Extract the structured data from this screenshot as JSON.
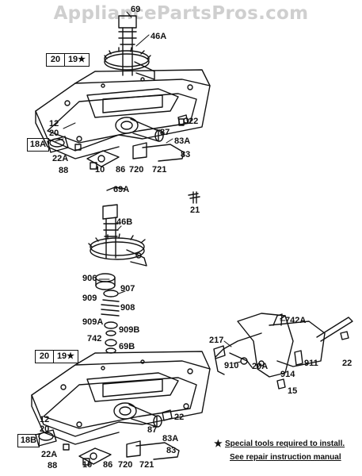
{
  "watermark": "AppliancePartsPros.com",
  "top_assembly": {
    "labels": {
      "l69": "69",
      "l46A": "46A",
      "l22": "22",
      "l12": "12",
      "l20": "20",
      "l18A": "18A",
      "l87": "87",
      "l83A": "83A",
      "l83": "83",
      "l22A": "22A",
      "l88": "88",
      "l10": "10",
      "l86": "86",
      "l720": "720",
      "l721": "721"
    },
    "box_left": "20",
    "box_right": "19★"
  },
  "middle_parts": {
    "labels": {
      "l69A": "69A",
      "l21": "21",
      "l46B": "46B",
      "l906": "906",
      "l907": "907",
      "l909": "909",
      "l908": "908",
      "l909A": "909A",
      "l909B": "909B",
      "l742": "742",
      "l69B": "69B"
    }
  },
  "bottom_assembly": {
    "labels": {
      "l22": "22",
      "l12": "12",
      "l20": "20",
      "l18B": "18B",
      "l87": "87",
      "l83A": "83A",
      "l83": "83",
      "l22A": "22A",
      "l88": "88",
      "l10": "10",
      "l86": "86",
      "l720": "720",
      "l721": "721"
    },
    "box_left": "20",
    "box_right": "19★"
  },
  "governor_detail": {
    "labels": {
      "l742A": "742A",
      "l217": "217",
      "l910": "910",
      "l20A": "20A",
      "l911": "911",
      "l914": "914",
      "l22": "22",
      "l15": "15"
    }
  },
  "footnote": {
    "star": "★",
    "line1": "Special tools required to install.",
    "line2": "See repair instruction manual"
  }
}
